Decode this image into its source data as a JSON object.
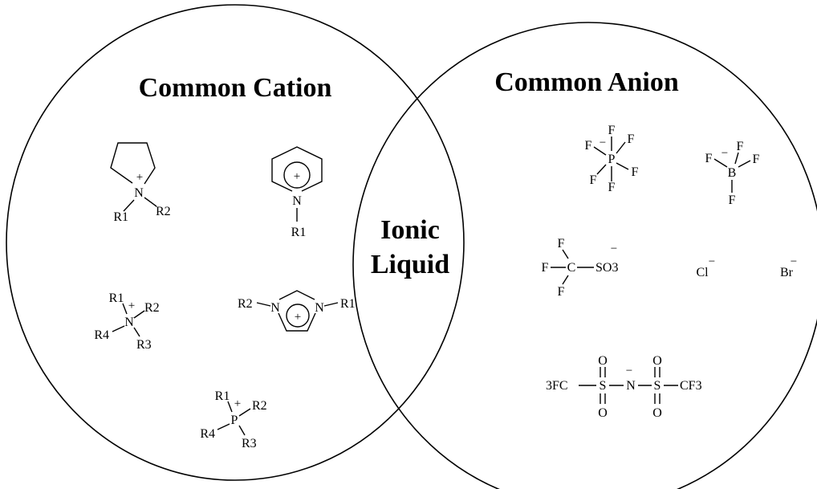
{
  "sets": {
    "left_title": "Common Cation",
    "right_title": "Common Anion",
    "intersection_line1": "Ionic",
    "intersection_line2": "Liquid"
  },
  "labels": {
    "N": "N",
    "P": "P",
    "B": "B",
    "C": "C",
    "S": "S",
    "O": "O",
    "F": "F",
    "R1": "R1",
    "R2": "R2",
    "R3": "R3",
    "R4": "R4",
    "plus": "+",
    "minus": "−",
    "SO3": "SO3",
    "Cl": "Cl",
    "Br": "Br",
    "CF3_left": "3FC",
    "CF3_right": "CF3"
  }
}
